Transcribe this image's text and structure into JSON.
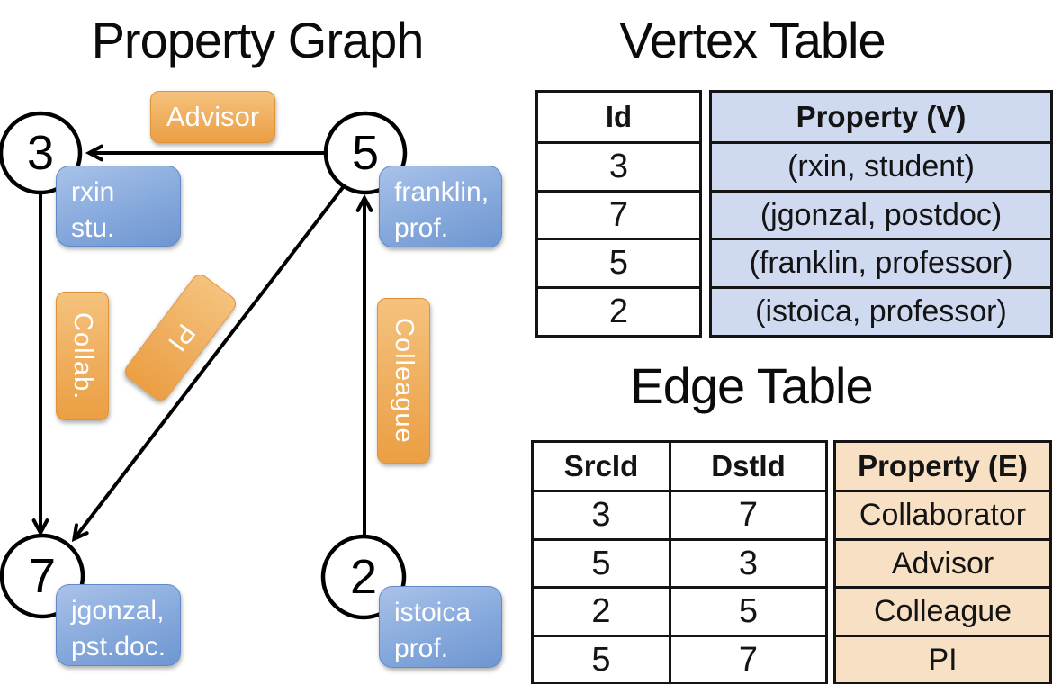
{
  "graph": {
    "title": "Property Graph",
    "nodes": [
      {
        "id": "3",
        "prop_line1": "rxin",
        "prop_line2": "stu."
      },
      {
        "id": "5",
        "prop_line1": "franklin,",
        "prop_line2": "prof."
      },
      {
        "id": "7",
        "prop_line1": "jgonzal,",
        "prop_line2": "pst.doc."
      },
      {
        "id": "2",
        "prop_line1": "istoica",
        "prop_line2": "prof."
      }
    ],
    "edges": [
      {
        "from": "5",
        "to": "3",
        "label": "Advisor"
      },
      {
        "from": "3",
        "to": "7",
        "label": "Collab."
      },
      {
        "from": "5",
        "to": "7",
        "label": "PI"
      },
      {
        "from": "2",
        "to": "5",
        "label": "Colleague"
      }
    ]
  },
  "vertex_table": {
    "title": "Vertex Table",
    "columns": {
      "id": "Id",
      "property": "Property (V)"
    },
    "rows": [
      {
        "id": "3",
        "property": "(rxin, student)"
      },
      {
        "id": "7",
        "property": "(jgonzal, postdoc)"
      },
      {
        "id": "5",
        "property": "(franklin, professor)"
      },
      {
        "id": "2",
        "property": "(istoica, professor)"
      }
    ]
  },
  "edge_table": {
    "title": "Edge Table",
    "columns": {
      "src": "SrcId",
      "dst": "DstId",
      "property": "Property (E)"
    },
    "rows": [
      {
        "src": "3",
        "dst": "7",
        "property": "Collaborator"
      },
      {
        "src": "5",
        "dst": "3",
        "property": "Advisor"
      },
      {
        "src": "2",
        "dst": "5",
        "property": "Colleague"
      },
      {
        "src": "5",
        "dst": "7",
        "property": "PI"
      }
    ]
  },
  "colors": {
    "edge_label_orange": "#eb9f43",
    "node_prop_blue": "#7aa0d6",
    "vertex_property_bg": "#cfdaf0",
    "edge_property_bg": "#f7e0c3",
    "line_black": "#000000"
  }
}
